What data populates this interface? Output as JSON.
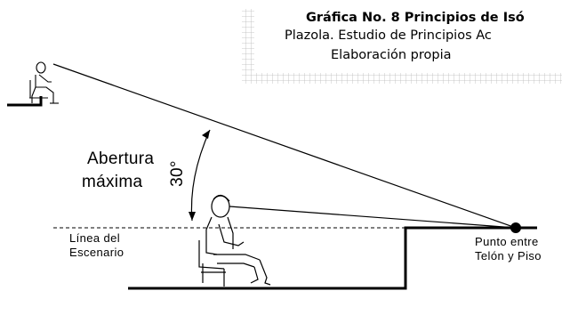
{
  "caption": {
    "line1": "Gráfica No. 8 Principios de Isó",
    "line2": "Plazola. Estudio de Principios Ac",
    "line3": "Elaboración propia"
  },
  "labels": {
    "aperture_line1": "Abertura",
    "aperture_line2": "máxima",
    "angle": "30°",
    "stage_line1": "Línea del",
    "stage_line2": "Escenario",
    "point_line1": "Punto  entre",
    "point_line2": "Telón  y  Piso"
  }
}
